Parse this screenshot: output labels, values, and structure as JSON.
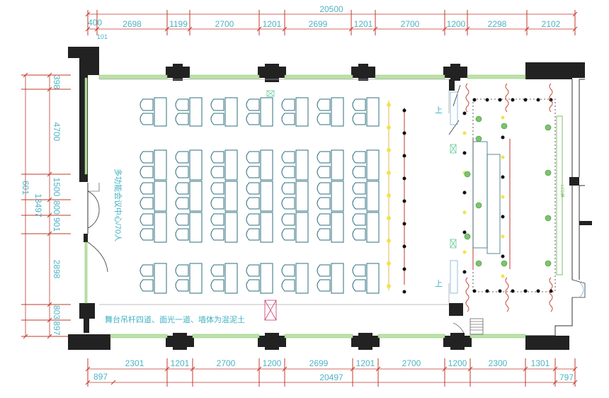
{
  "top_dims": {
    "overall": "20500",
    "segments": [
      "400",
      "2698",
      "1199",
      "2700",
      "1201",
      "2699",
      "1201",
      "2700",
      "1200",
      "2298",
      "2102"
    ],
    "small": "101"
  },
  "bottom_dims": {
    "overall": "20497",
    "segments": [
      "2301",
      "1201",
      "2700",
      "1200",
      "2699",
      "1201",
      "2700",
      "1200",
      "2300",
      "1301"
    ],
    "left_end": "897",
    "right_end": "797"
  },
  "left_dims": {
    "overall": "13497",
    "outer": "601",
    "segments": [
      "398",
      "4700",
      "1500",
      "800",
      "901",
      "2898",
      "803",
      "897"
    ]
  },
  "labels": {
    "room_name": "多功能会议中心/70人",
    "note": "舞台吊杆四道、面光一道、墙体为混泥土",
    "up_top": "上",
    "up_bottom": "上",
    "stage_label": "LED屏"
  },
  "colors": {
    "dimension_text": "#4fb3c4",
    "dimension_line": "#c0392b",
    "wall": "#222222",
    "glazing": "#bde3a8",
    "furniture": "#2d6f7f",
    "stage_light": "#e8e84a",
    "plant": "#5cb85c",
    "curtain": "#c0392b"
  }
}
